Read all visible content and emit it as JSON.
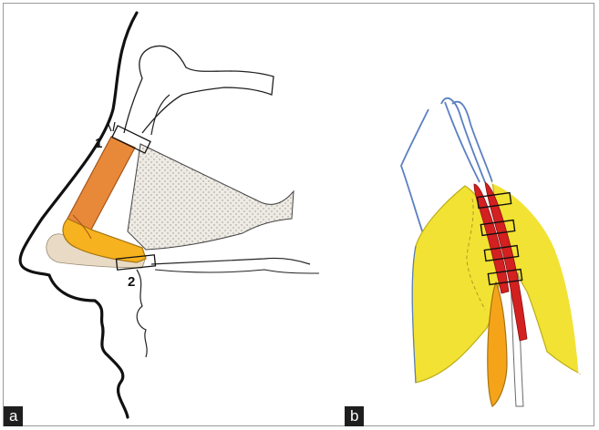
{
  "panels": [
    {
      "label": "a",
      "markers": [
        "1",
        "2"
      ]
    },
    {
      "label": "b"
    }
  ],
  "colors": {
    "graft_upper": "#e8893a",
    "graft_lower": "#f7b21f",
    "cartilage_yellow": "#f2e233",
    "suture_red": "#d32020",
    "outline_blue": "#5b7fc2",
    "septum_stipple": "#dcd8d0"
  },
  "icons": [
    "panel-a-lateral-nose-sagittal",
    "panel-b-cartilage-graft-sutures"
  ]
}
